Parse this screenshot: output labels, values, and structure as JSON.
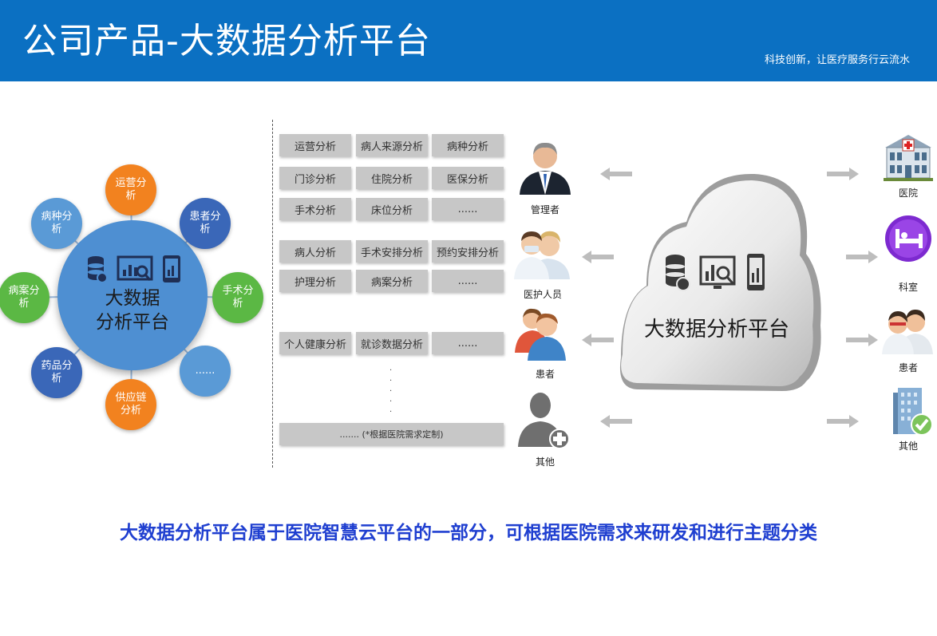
{
  "header": {
    "title": "公司产品-大数据分析平台",
    "slogan": "科技创新，让医疗服务行云流水"
  },
  "hub": {
    "line1": "大数据",
    "line2": "分析平台",
    "satellites": [
      {
        "label": "运营分析",
        "color": "#f2821f"
      },
      {
        "label": "患者分析",
        "color": "#3a67b8"
      },
      {
        "label": "手术分析",
        "color": "#5bb844"
      },
      {
        "label": "......",
        "color": "#5a9ad6"
      },
      {
        "label": "供应链分析",
        "color": "#f2821f"
      },
      {
        "label": "药品分析",
        "color": "#3a67b8"
      },
      {
        "label": "病案分析",
        "color": "#5bb844"
      },
      {
        "label": "病种分析",
        "color": "#5a9ad6"
      }
    ]
  },
  "grid": {
    "row1": [
      "运营分析",
      "病人来源分析",
      "病种分析"
    ],
    "row2": [
      "门诊分析",
      "住院分析",
      "医保分析"
    ],
    "row3": [
      "手术分析",
      "床位分析",
      "......"
    ],
    "row4": [
      "病人分析",
      "手术安排分析",
      "预约安排分析"
    ],
    "row5": [
      "护理分析",
      "病案分析",
      "......"
    ],
    "row6": [
      "个人健康分析",
      "就诊数据分析",
      "......"
    ],
    "custom": "....... (*根据医院需求定制)"
  },
  "users": {
    "manager": "管理者",
    "medical_staff": "医护人员",
    "patient": "患者",
    "other": "其他"
  },
  "cloud": {
    "title": "大数据分析平台"
  },
  "targets": {
    "hospital": "医院",
    "department": "科室",
    "patient": "患者",
    "other": "其他"
  },
  "footer": {
    "caption": "大数据分析平台属于医院智慧云平台的一部分，可根据医院需求来研发和进行主题分类"
  }
}
